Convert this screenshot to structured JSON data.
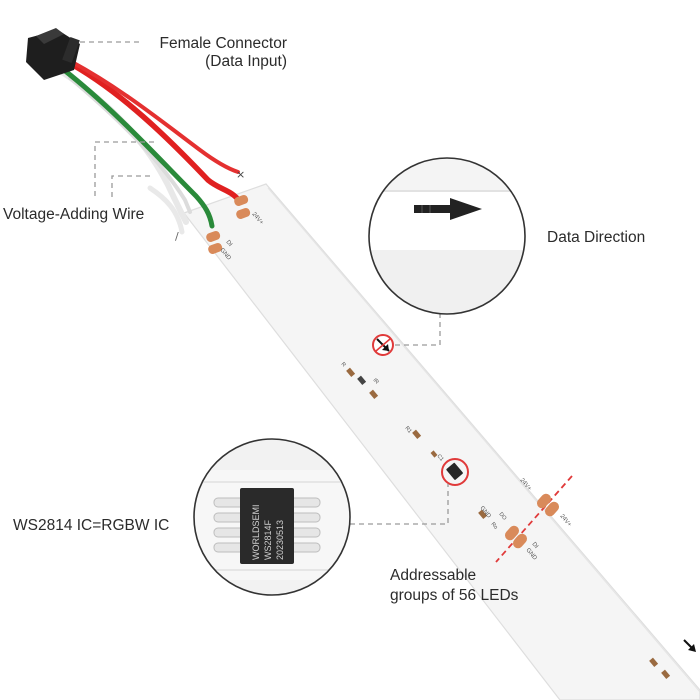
{
  "labels": {
    "female_connector": "Female Connector",
    "data_input": "(Data Input)",
    "voltage_adding_wire": "Voltage-Adding Wire",
    "data_direction": "Data Direction",
    "ic_label": "WS2814 IC=RGBW IC",
    "addressable_line1": "Addressable",
    "addressable_line2": "groups of 56 LEDs"
  },
  "strip_marks": {
    "v24_top": "24V+",
    "di_top": "DI",
    "gnd_top": "GND",
    "r_top": "R",
    "ir_top": "IR",
    "r1": "R1",
    "c1": "C1",
    "v24_cut_left": "24V+",
    "v24_cut_right": "24V+",
    "ro": "Ro",
    "do": "DO",
    "gnd_cut": "GND",
    "di_cut": "DI",
    "gnd_cut2": "GND"
  },
  "chip": {
    "line1": "WORLDSEMI",
    "line2": "WS2814F",
    "line3": "20230513"
  },
  "colors": {
    "red_wire": "#e02020",
    "green_wire": "#2a8a3a",
    "cut_line": "#e03a3a",
    "pad": "#d98a5a"
  }
}
